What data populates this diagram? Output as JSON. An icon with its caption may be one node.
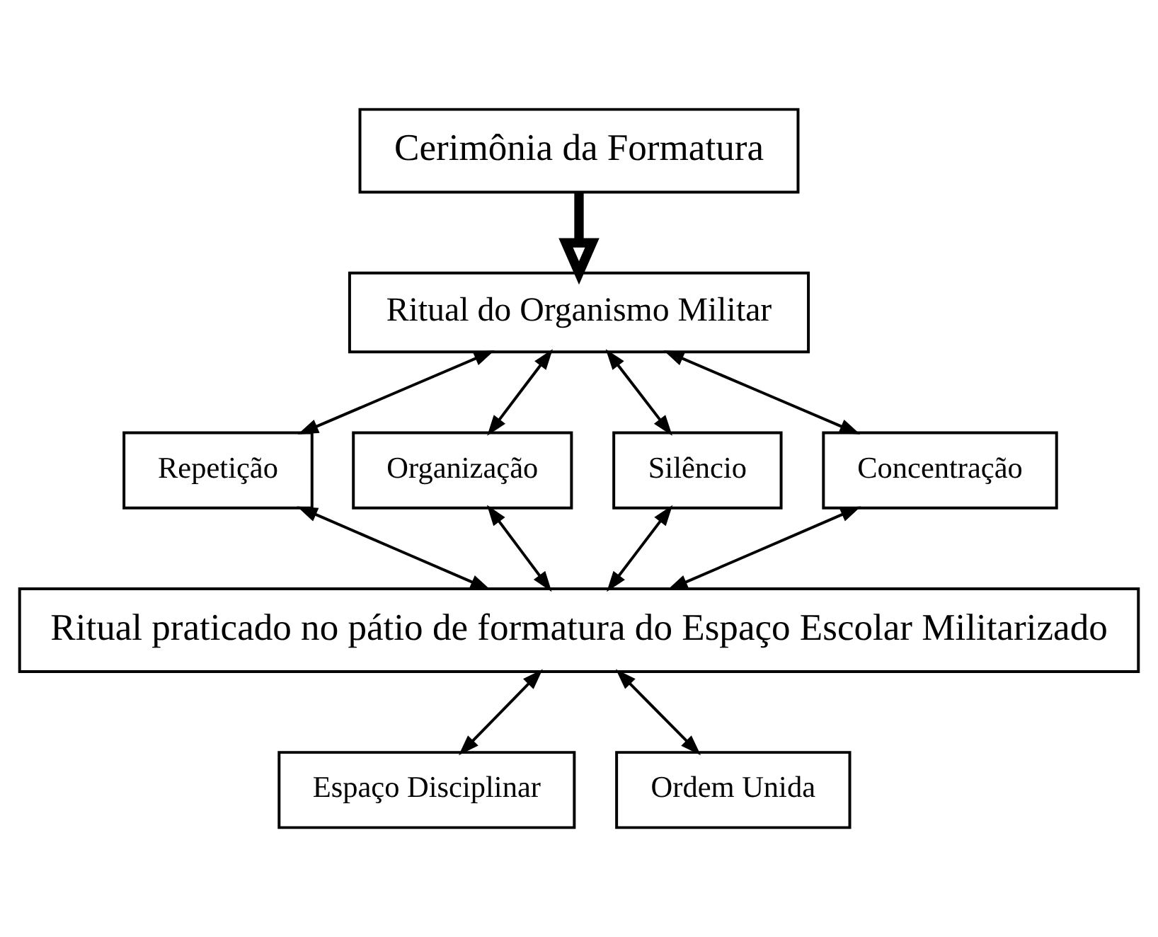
{
  "diagram": {
    "nodes": [
      {
        "text": [
          "Cerimônia da Formatura"
        ]
      },
      {
        "text": [
          "Ritual do Organismo Militar"
        ]
      },
      {
        "text": [
          "Repetição"
        ]
      },
      {
        "text": [
          "Organização"
        ]
      },
      {
        "text": [
          "Silêncio"
        ]
      },
      {
        "text": [
          "Concentração"
        ]
      },
      {
        "text": [
          "Ritual praticado no pátio de formatura do Espaço Escolar Militarizado"
        ]
      },
      {
        "text": [
          "Espaço Disciplinar"
        ]
      },
      {
        "text": [
          "Ordem Unida"
        ]
      }
    ],
    "edges": [
      {
        "from": 0,
        "to": 1,
        "arrow": "to",
        "style": "thick"
      },
      {
        "from": 1,
        "to": 2,
        "arrow": "both"
      },
      {
        "from": 1,
        "to": 3,
        "arrow": "both"
      },
      {
        "from": 1,
        "to": 4,
        "arrow": "both"
      },
      {
        "from": 1,
        "to": 5,
        "arrow": "both"
      },
      {
        "from": 2,
        "to": 6,
        "arrow": "both"
      },
      {
        "from": 3,
        "to": 6,
        "arrow": "both"
      },
      {
        "from": 4,
        "to": 6,
        "arrow": "both"
      },
      {
        "from": 5,
        "to": 6,
        "arrow": "both"
      },
      {
        "from": 6,
        "to": 7,
        "arrow": "both"
      },
      {
        "from": 6,
        "to": 8,
        "arrow": "both"
      }
    ]
  }
}
